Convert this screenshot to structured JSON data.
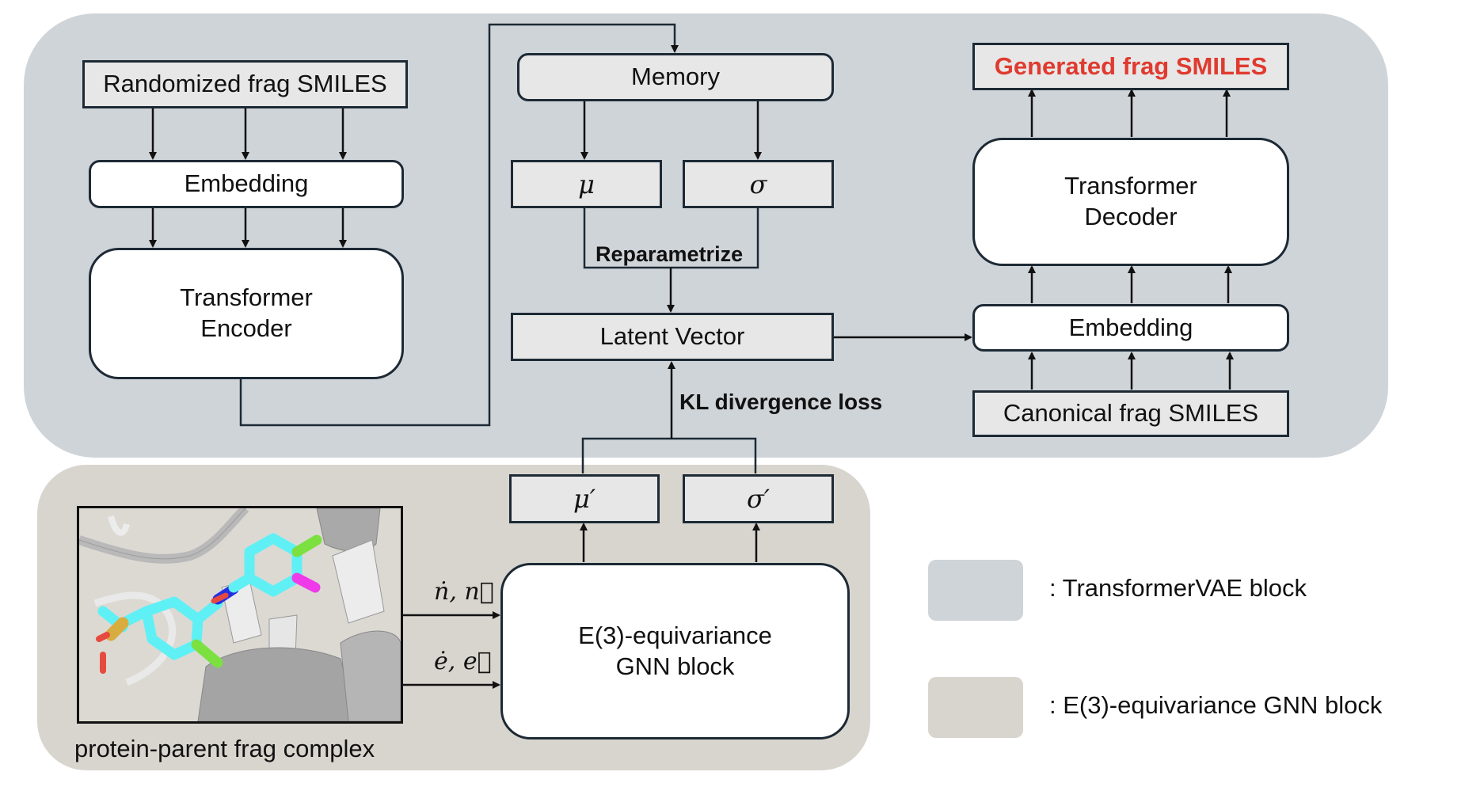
{
  "colors": {
    "vae_block": "#cfd4d9",
    "gnn_block": "#d8d5cf",
    "output_text": "#e03a2f",
    "stroke": "#1d2a35"
  },
  "encoder": {
    "input": "Randomized frag SMILES",
    "embedding": "Embedding",
    "transformer_line1": "Transformer",
    "transformer_line2": "Encoder"
  },
  "latent": {
    "memory": "Memory",
    "mu": "μ",
    "sigma": "σ",
    "reparametrize": "Reparametrize",
    "latent_vector": "Latent Vector",
    "kl_loss": "KL divergence loss"
  },
  "decoder": {
    "output": "Generated frag SMILES",
    "transformer_line1": "Transformer",
    "transformer_line2": "Decoder",
    "embedding": "Embedding",
    "input": "Canonical frag SMILES"
  },
  "gnn": {
    "mu_prime": "μ′",
    "sigma_prime": "σ′",
    "block_line1": "E(3)-equivariance",
    "block_line2": "GNN block",
    "node_features": "ṅ, n⃗",
    "edge_features": "ė, e⃗",
    "complex_caption": "protein-parent frag complex"
  },
  "legend": [
    {
      "label": ": TransformerVAE block",
      "color": "#cfd4d9"
    },
    {
      "label": ": E(3)-equivariance GNN block",
      "color": "#d8d5cf"
    }
  ]
}
